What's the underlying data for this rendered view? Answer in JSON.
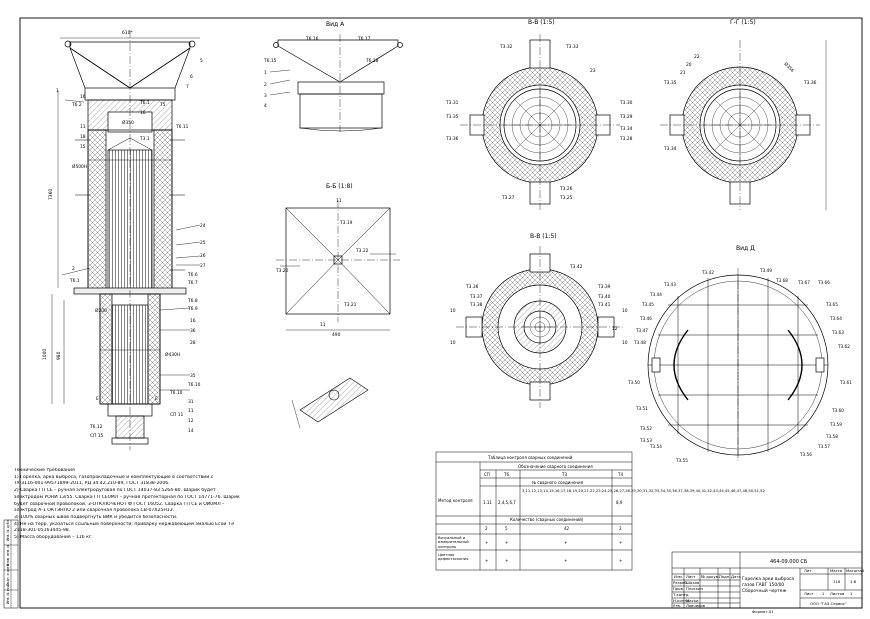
{
  "views": {
    "view_a": "Вид А",
    "section_vv1": "В-В (1:5)",
    "section_gg": "Г-Г (1:5)",
    "section_bb": "Б-Б (1:8)",
    "section_vv2": "В-В (1:5)",
    "view_d": "Вид Д"
  },
  "dims": {
    "top_width": "610*",
    "dia_main": "Ø500Н",
    "dia_lower": "Ø430Н",
    "dia_350": "Ø350",
    "dia_200": "Ø200",
    "height_total": "7360",
    "height_lower": "1000",
    "height_980": "980",
    "bb_width": "490",
    "gg_dia": "Ø356"
  },
  "labels": {
    "left": [
      "Т6.2",
      "16",
      "11",
      "18",
      "15",
      "Т3.1",
      "2",
      "Т6.1",
      "Т6.1",
      "16",
      "Т6.10",
      "СП 15",
      "Т6.12",
      "СП 11",
      "1",
      "Е",
      "Е"
    ],
    "right": [
      "5",
      "6",
      "7",
      "Т5",
      "Т6.11",
      "24",
      "25",
      "26",
      "27",
      "Т6.6",
      "Т6.7",
      "Т6.8",
      "Т6.9",
      "16",
      "36",
      "28",
      "35",
      "Т6.10",
      "31",
      "11",
      "12",
      "14"
    ],
    "view_a": [
      "Т6.16",
      "Т6.17",
      "Т6.18",
      "Т6.15",
      "1",
      "2",
      "3",
      "4"
    ],
    "section_vv1": [
      "Т3.32",
      "Т3.33",
      "Т3.31",
      "Т3.30",
      "Т3.35",
      "Т3.29",
      "Т3.36",
      "Т3.26",
      "Т3.25",
      "Т3.34",
      "Т3.28",
      "Т3.27",
      "23"
    ],
    "section_gg": [
      "Т3.35",
      "Т3.36",
      "Т3.34",
      "20",
      "21",
      "22"
    ],
    "section_bb": [
      "Т3.19",
      "Т3.20",
      "Т3.22",
      "Т3.21",
      "11",
      "11"
    ],
    "section_vv2": [
      "Т3.36",
      "Т3.37",
      "Т3.38",
      "Т3.39",
      "Т3.40",
      "Т3.41",
      "Т3.42",
      "10",
      "10",
      "10",
      "10",
      "12"
    ],
    "view_d": [
      "Т3.42",
      "Т3.43",
      "Т3.44",
      "Т3.45",
      "Т3.46",
      "Т3.47",
      "Т3.48",
      "Т3.49",
      "Т3.50",
      "Т3.51",
      "Т3.52",
      "Т3.53",
      "Т3.54",
      "Т3.55",
      "Т3.56",
      "Т3.57",
      "Т3.58",
      "Т3.59",
      "Т3.60",
      "Т3.61",
      "Т3.62",
      "Т3.63",
      "Т3.64",
      "Т3.65",
      "Т3.66",
      "Т3.67",
      "Т3.68"
    ]
  },
  "notes": {
    "title": "Технические требования",
    "lines": [
      "1) Горелка, арка выброса, газопрокладочные и комплектующие в соответствии с",
      "ТУ-3116-001-99571899-2011, РД 34.42.210-89, ГОСТ 31838-2006.",
      "2) Сварка ГП СЕ – ручная электродуговая по ГОСТ 14037-83 5264-80. Шарик будет",
      "электродом УОНИ 13/55. Сварка ГП СЕ0МЛ – ручная протекторная по ГОСТ 14771-76. Шарик",
      "будет сварочной проволокой. 3-ОТКЛЮЧЕНО ГФ ГОСТ 16052. Сварка ГП СЕ и ОИ0МЛ –",
      "электрод А-1 ОКТЭНЛО 2 или сварочная проволока СВ-07Х25Н13.",
      "3) 100% сварных швов подвергнуть ВИК и убедится безопасности.",
      "4) Не на терр. указаться ссыльные поверхности; приварку нержавеющей эмалью Есои ТЭ",
      "2118-301-05163445-98.",
      "5) Масса оборудования – 116 кг."
    ]
  },
  "table": {
    "title": "Таблица контроля сварных соединений",
    "head1": "Обозначение сварного соединения",
    "cols": [
      "СП",
      "Т6",
      "Т3",
      "Т4"
    ],
    "row_method": "Метод контроля",
    "method_vals": [
      "1.11",
      "2,4,5,6,7",
      "3,11,12,13,14,15,16,17,18,19,20,21,22,23,24,25,26,27,28,29,30,31,32,33,34,35,36,37,38,39,40,41,42,43,44,45,46,47,48,50,51,52",
      "8,9"
    ],
    "row_title2": "№ сварного соединения",
    "row_count_title": "Количество (сварных соединений)",
    "count_vals": [
      "2",
      "5",
      "42",
      "2"
    ],
    "row_visual": "Визуальный и измерительный контроль",
    "row_cap": "Цветная дефектоскопия",
    "visual_vals": [
      "+",
      "+",
      "+",
      "+"
    ],
    "cap_vals": [
      "+",
      "+",
      "+",
      "+"
    ]
  },
  "stamp": {
    "doc_no": "464-09.000 СБ",
    "name_line1": "Горелка арки выброса",
    "name_line2": "газов ГАВГ 150/00",
    "name_line3": "Сборочный чертеж",
    "mass": "116",
    "scale": "1:8",
    "sheet_label": "Лист",
    "sheets_label": "Листов",
    "sheet_no": "1",
    "org": "ООО \"ГАЗ-Сервис\"",
    "format": "Формат А1",
    "hdr_lit": "Лит.",
    "hdr_mass": "Масса",
    "hdr_scale": "Масштаб",
    "rows": [
      "Изм.",
      "Лист",
      "№ докум.",
      "Подп.",
      "Дата"
    ],
    "roles": [
      "Разраб.",
      "Пров.",
      "Т.контр.",
      "",
      "Н.контр.",
      "Утв."
    ],
    "names": [
      "Шахов",
      "Плоскин",
      "",
      "",
      "Маски",
      "Ловчиков"
    ]
  },
  "margin_strip": [
    "Инв. № подл.",
    "Подп. и дата",
    "Взам. инв. №",
    "Инв. № дубл.",
    "Подп. и дата"
  ]
}
